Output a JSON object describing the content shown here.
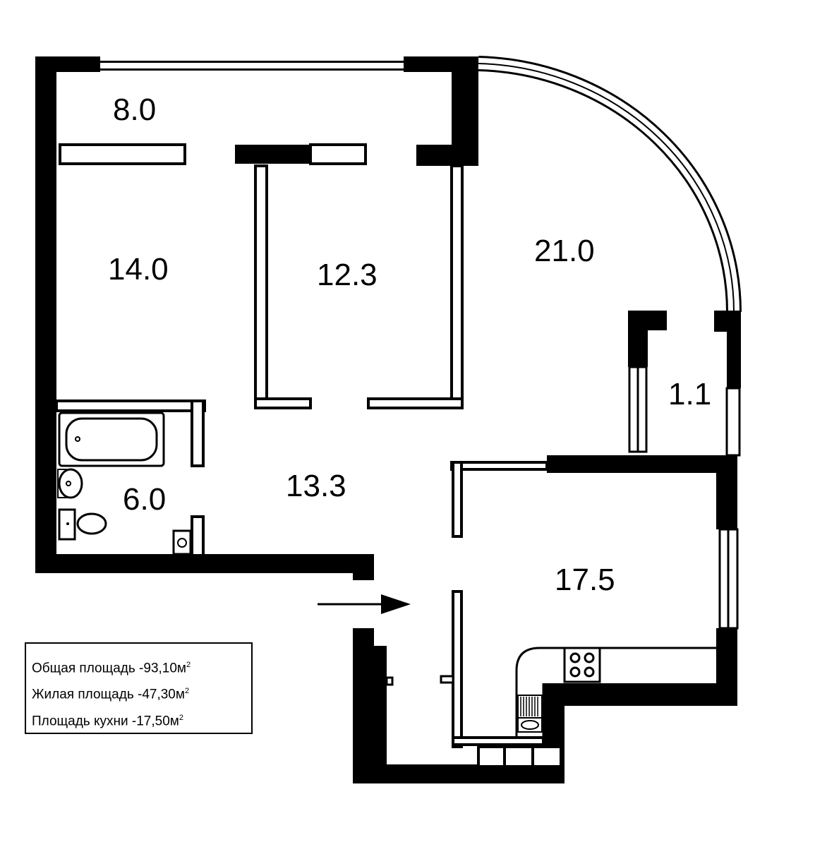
{
  "rooms": [
    {
      "id": "balcony",
      "area": "8.0"
    },
    {
      "id": "bedroom-1",
      "area": "14.0"
    },
    {
      "id": "bedroom-2",
      "area": "12.3"
    },
    {
      "id": "living-room",
      "area": "21.0"
    },
    {
      "id": "closet",
      "area": "1.1"
    },
    {
      "id": "bathroom",
      "area": "6.0"
    },
    {
      "id": "hallway",
      "area": "13.3"
    },
    {
      "id": "kitchen",
      "area": "17.5"
    }
  ],
  "legend": {
    "total": {
      "label": "Общая площадь -93,10м",
      "sup": "2"
    },
    "living": {
      "label": "Жилая площадь -47,30м",
      "sup": "2"
    },
    "kitchen": {
      "label": "Площадь кухни -17,50м",
      "sup": "2"
    }
  },
  "colors": {
    "wall": "#000000",
    "background": "#ffffff"
  }
}
